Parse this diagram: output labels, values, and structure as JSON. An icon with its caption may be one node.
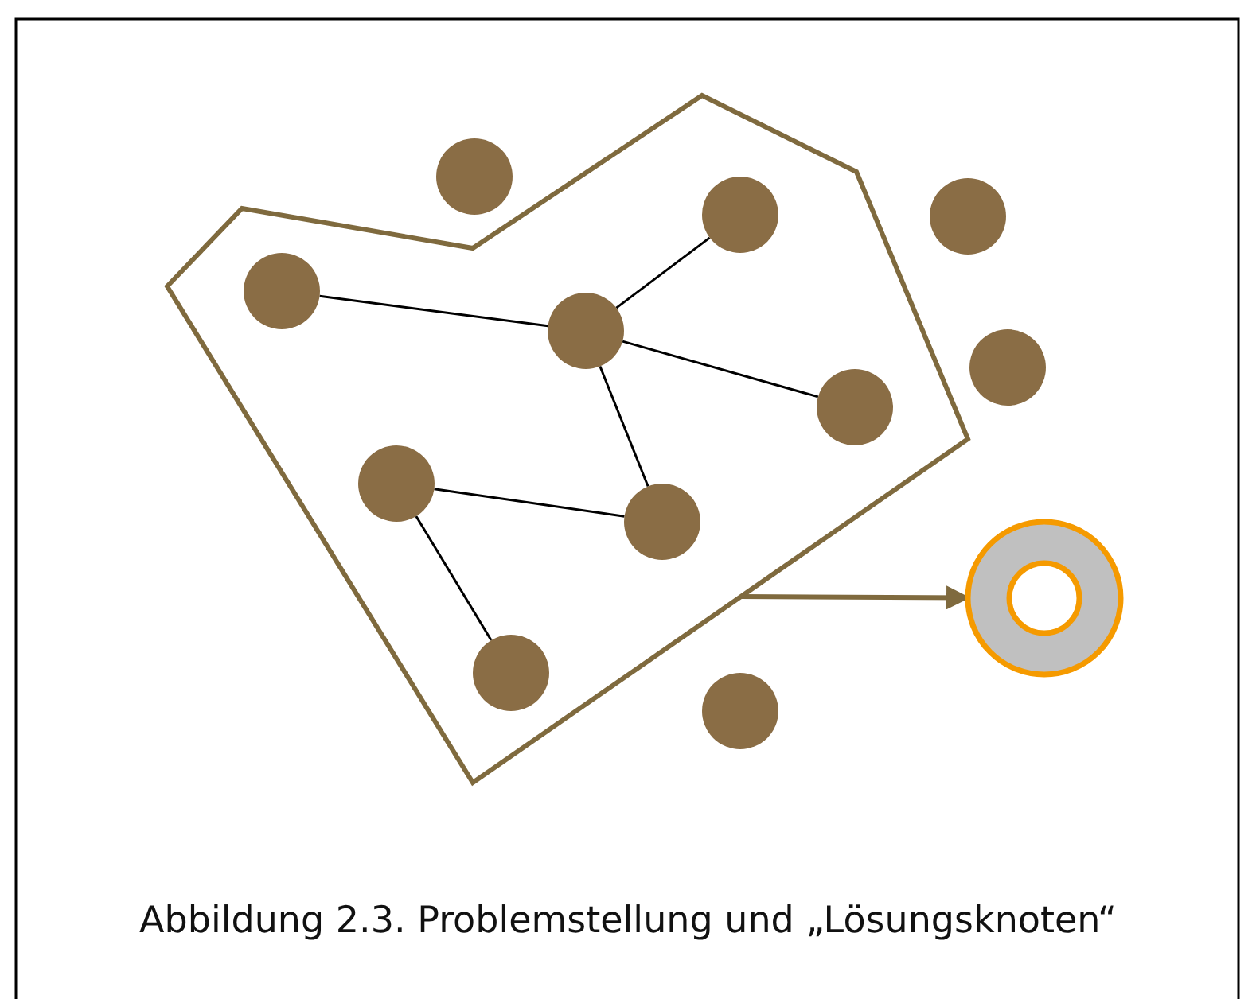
{
  "diagram": {
    "caption": "Abbildung 2.3. Problemstellung und „Lösungsknoten“",
    "nodes": [
      {
        "text": [],
        "shape": "polygon"
      },
      {
        "text": [],
        "shape": "circle",
        "in": 0
      },
      {
        "text": [],
        "shape": "circle",
        "in": 0
      },
      {
        "text": [],
        "shape": "circle",
        "in": 0
      },
      {
        "text": [],
        "shape": "circle",
        "in": 0
      },
      {
        "text": [],
        "shape": "circle",
        "in": 0
      },
      {
        "text": [],
        "shape": "circle",
        "in": 0
      },
      {
        "text": [],
        "shape": "circle",
        "in": 0
      },
      {
        "text": [],
        "shape": "circle"
      },
      {
        "text": [],
        "shape": "circle"
      },
      {
        "text": [],
        "shape": "circle"
      },
      {
        "text": [],
        "shape": "circle"
      },
      {
        "text": [],
        "shape": "ring"
      }
    ],
    "edges": [
      {
        "from": 2,
        "to": 3,
        "arrow": "none"
      },
      {
        "from": 1,
        "to": 3,
        "arrow": "none"
      },
      {
        "from": 3,
        "to": 4,
        "arrow": "none"
      },
      {
        "from": 3,
        "to": 6,
        "arrow": "none"
      },
      {
        "from": 5,
        "to": 6,
        "arrow": "none"
      },
      {
        "from": 5,
        "to": 7,
        "arrow": "none"
      },
      {
        "from": 0,
        "to": 12,
        "arrow": "to",
        "style": "thick",
        "color": "#7f6a3e"
      }
    ]
  }
}
